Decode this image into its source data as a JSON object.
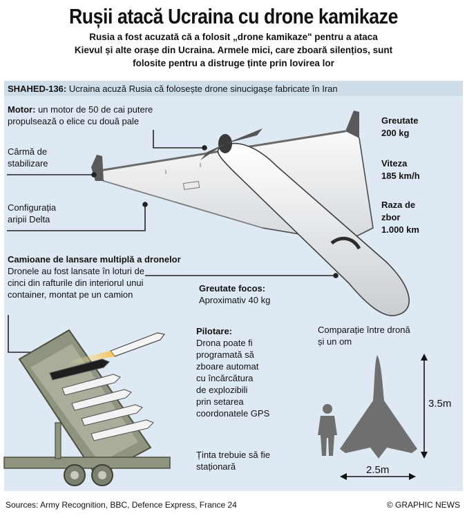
{
  "header": {
    "title": "Rușii atacă Ucraina cu drone kamikaze",
    "subtitle_lines": [
      "Rusia a fost acuzată că a folosit „drone kamikaze\" pentru a ataca",
      "Kievul și alte orașe din Ucraina. Armele mici, care zboară silențios, sunt",
      "folosite pentru a distruge ținte prin lovirea lor"
    ]
  },
  "banner": {
    "model": "SHAHED-136:",
    "text": "Ucraina acuză Rusia că folosește drone sinucigașe fabricate în Iran"
  },
  "labels": {
    "motor_title": "Motor:",
    "motor_text_1": "un motor de 50 de cai putere",
    "motor_text_2": "propulsează o elice cu două pale",
    "rudder_1": "Cârmă de",
    "rudder_2": "stabilizare",
    "wing_1": "Configurația",
    "wing_2": "aripii Delta",
    "launchers_title": "Camioane de lansare multiplă a dronelor",
    "launchers_lines": [
      "Dronele au fost lansate în loturi de",
      "cinci din rafturile din interiorul unui",
      "container, montat pe un camion"
    ],
    "warhead_title": "Greutate focos:",
    "warhead_value": "Aproximativ 40 kg"
  },
  "specs": {
    "weight_label": "Greutate",
    "weight_value": "200 kg",
    "speed_label": "Viteza",
    "speed_value": "185 km/h",
    "range_label_1": "Raza de",
    "range_label_2": "zbor",
    "range_value": "1.000 km"
  },
  "piloting": {
    "title": "Pilotare:",
    "lines": [
      "Drona poate fi",
      "programată să",
      "zboare automat",
      "cu încărcătura",
      "de explozibili",
      "prin setarea",
      "coordonatele GPS"
    ],
    "note_lines": [
      "Ținta trebuie să fie",
      "staționară"
    ]
  },
  "comparison": {
    "title_1": "Comparație între dronă",
    "title_2": "și un om",
    "height": "3.5m",
    "width": "2.5m"
  },
  "footer": {
    "sources": "Sources: Army Recognition, BBC, Defence Express, France 24",
    "credit": "© GRAPHIC NEWS"
  },
  "colors": {
    "panel": "#dfe9f3",
    "drone_body": "#f2f2f2",
    "container": "#8e9480",
    "silhouette": "#6f6f6f"
  }
}
